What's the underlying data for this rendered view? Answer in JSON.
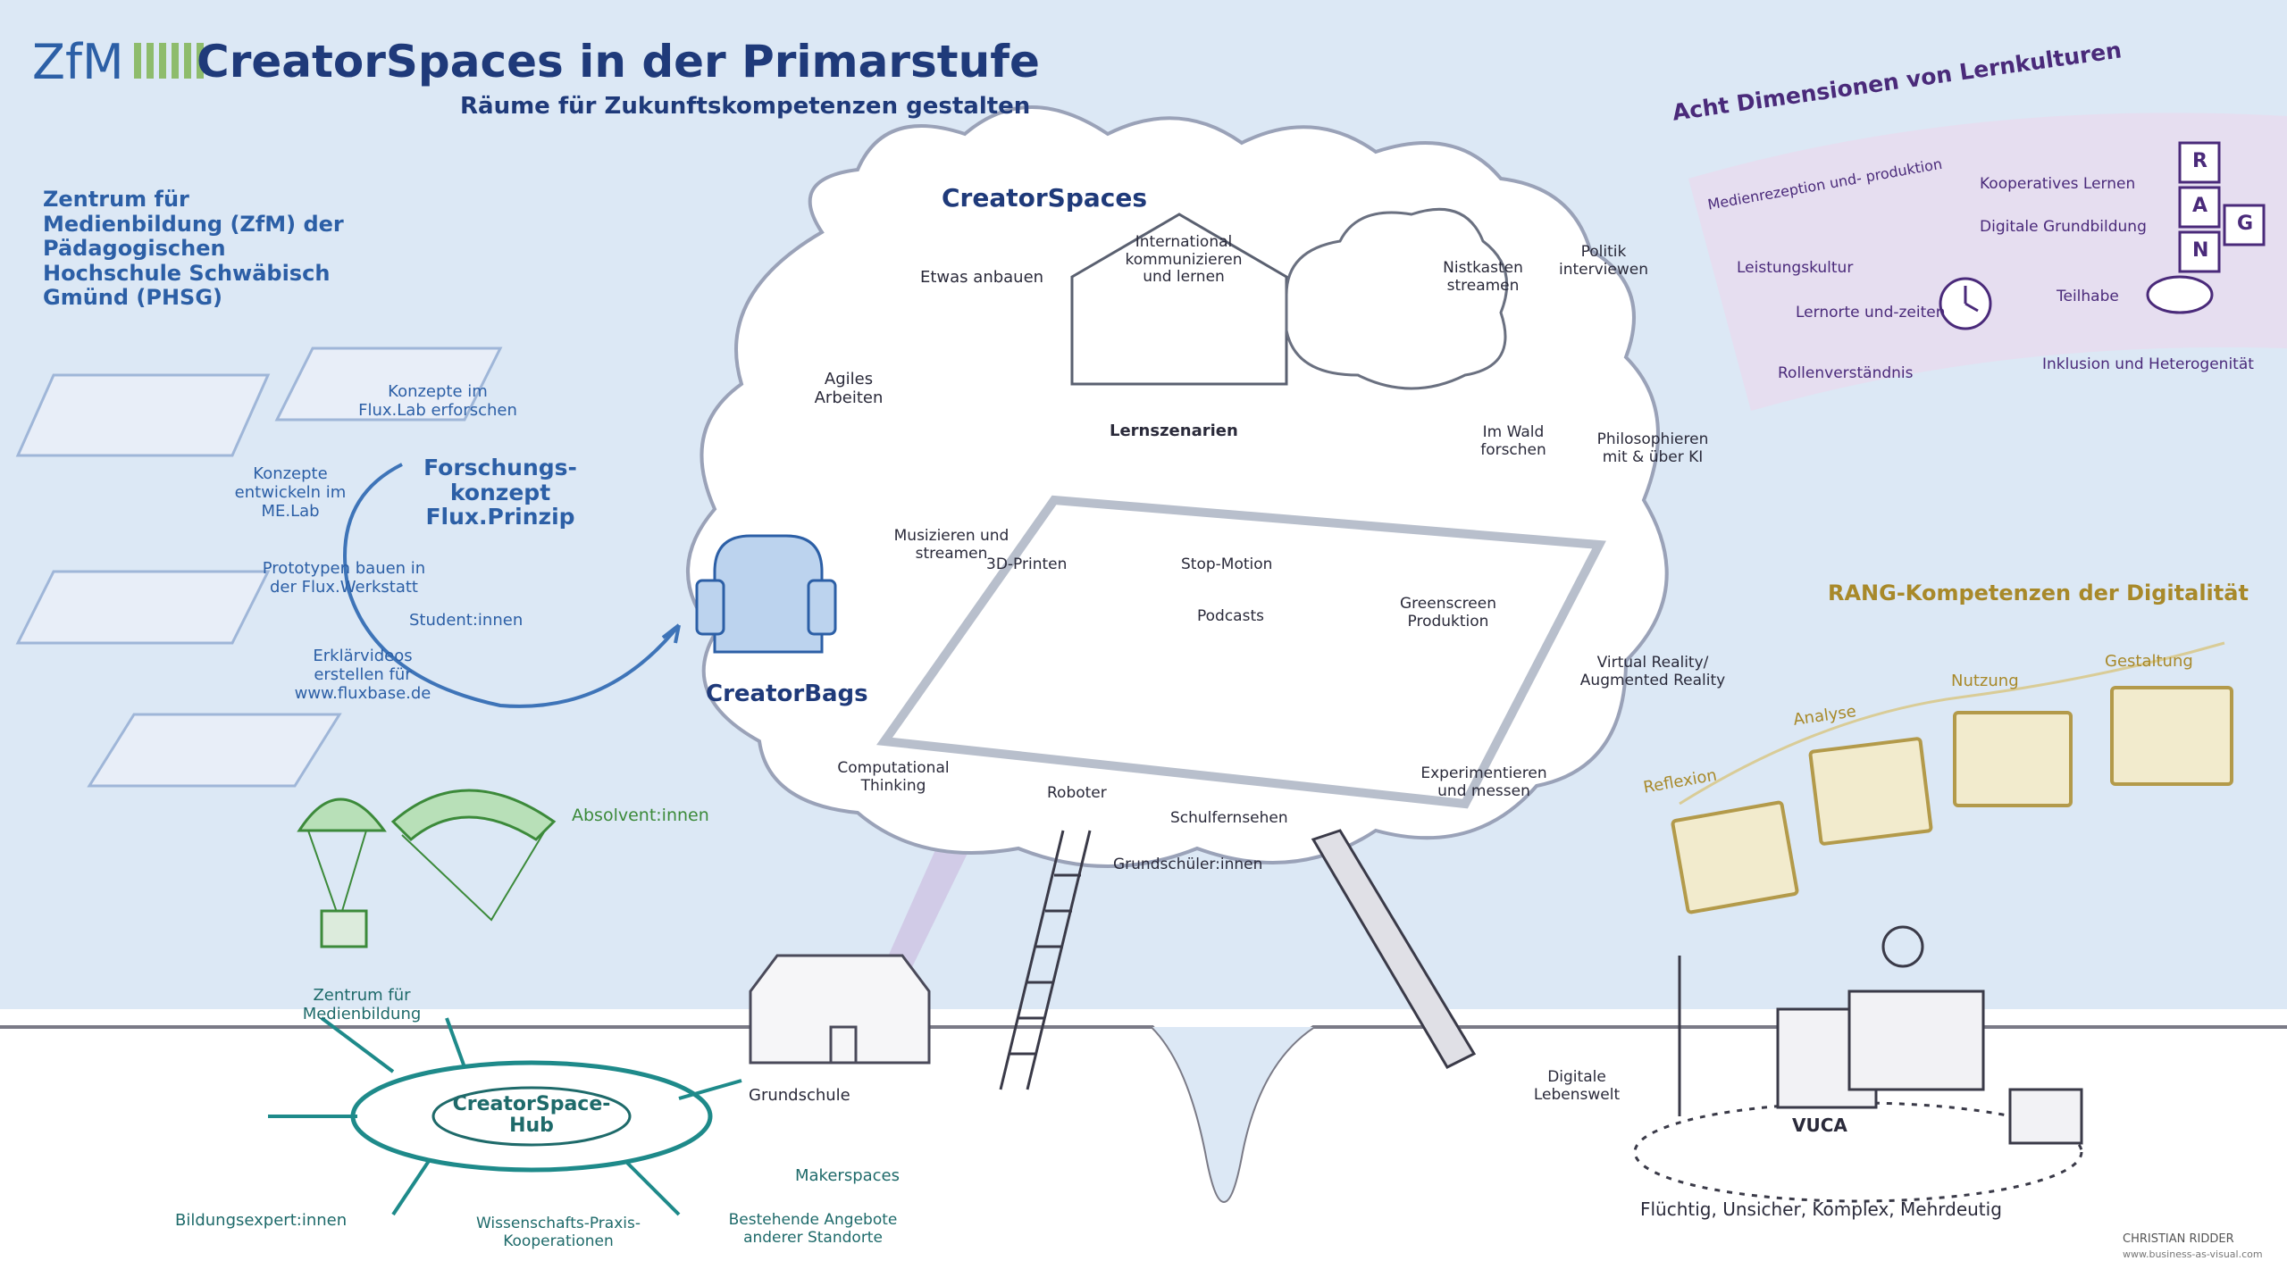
{
  "header": {
    "logo_text": "ZfM",
    "title": "CreatorSpaces in der Primarstufe",
    "subtitle": "Räume für Zukunftskompetenzen gestalten"
  },
  "left": {
    "institution": "Zentrum für Medienbildung (ZfM) der Pädagogischen Hochschule Schwäbisch Gmünd (PHSG)",
    "concepts_fluxlab": "Konzepte im Flux.Lab erforschen",
    "concepts_melab": "Konzepte entwickeln im ME.Lab",
    "research_concept": "Forschungs-konzept Flux.Prinzip",
    "prototypes": "Prototypen bauen in der Flux.Werkstatt",
    "students": "Student:innen",
    "videos": "Erklärvideos erstellen für www.fluxbase.de",
    "graduates": "Absolvent:innen",
    "zfm": "Zentrum für Medienbildung"
  },
  "cloud": {
    "title": "CreatorSpaces",
    "creator_bags": "CreatorBags",
    "items": {
      "etwas_anbauen": "Etwas anbauen",
      "international": "International kommunizieren und lernen",
      "nistkasten": "Nistkasten streamen",
      "politik": "Politik interviewen",
      "agiles": "Agiles Arbeiten",
      "lernszenarien": "Lernszenarien",
      "im_wald": "Im Wald forschen",
      "philosophieren": "Philosophieren mit & über KI",
      "musizieren": "Musizieren und streamen",
      "printen": "3D-Printen",
      "stop_motion": "Stop-Motion",
      "podcasts": "Podcasts",
      "greenscreen": "Greenscreen Produktion",
      "vr": "Virtual Reality/ Augmented Reality",
      "computational": "Computational Thinking",
      "roboter": "Roboter",
      "schulfernsehen": "Schulfernsehen",
      "experimentieren": "Experimentieren und messen",
      "grundschueler": "Grundschüler:innen"
    }
  },
  "acht": {
    "title": "Acht Dimensionen von Lernkulturen",
    "items": [
      "Medienrezeption und- produktion",
      "Kooperatives Lernen",
      "Leistungskultur",
      "Digitale Grundbildung",
      "Lernorte und-zeiten",
      "Teilhabe",
      "Rollenverständnis",
      "Inklusion und Heterogenität"
    ],
    "rang_letters": [
      "R",
      "A",
      "N",
      "G"
    ]
  },
  "rang": {
    "title": "RANG-Kompetenzen der Digitalität",
    "labels": [
      "Reflexion",
      "Analyse",
      "Nutzung",
      "Gestaltung"
    ]
  },
  "bottom": {
    "hub": "CreatorSpace-Hub",
    "bildungsexpert": "Bildungsexpert:innen",
    "wissenschaft": "Wissenschafts-Praxis-Kooperationen",
    "makerspaces": "Makerspaces",
    "bestehende": "Bestehende Angebote anderer Standorte",
    "grundschule": "Grundschule",
    "digitale_lebenswelt": "Digitale Lebenswelt",
    "vuca": "VUCA",
    "vuca_words": "Flüchtig, Unsicher, Komplex, Mehrdeutig",
    "artist": "CHRISTIAN RIDDER",
    "artist_site": "www.business-as-visual.com"
  },
  "colors": {
    "navy": "#1f3a7a",
    "purple": "#4a2a7a",
    "gold": "#a8892a",
    "teal": "#1e6a6a",
    "green": "#3c8a3a"
  }
}
